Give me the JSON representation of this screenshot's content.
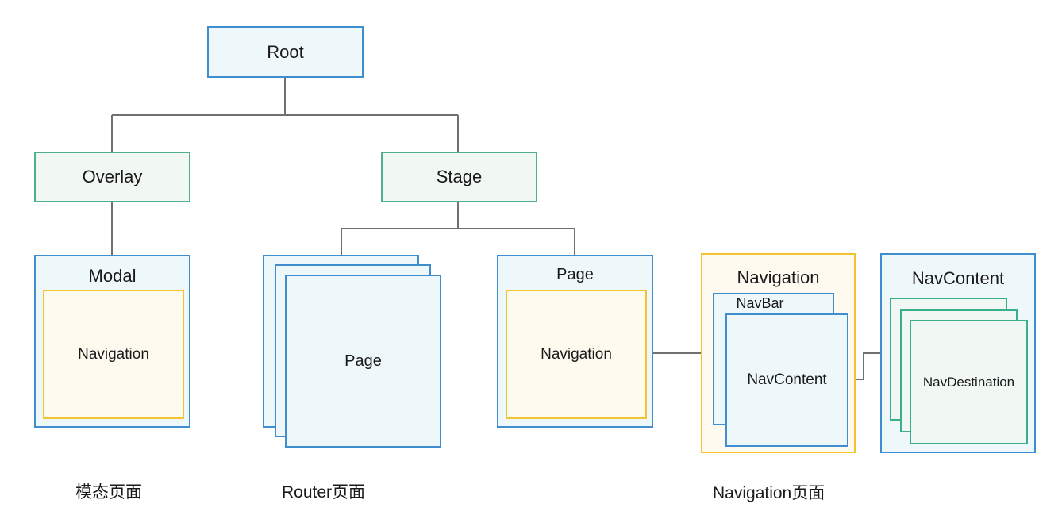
{
  "nodes": {
    "root": "Root",
    "overlay": "Overlay",
    "stage": "Stage",
    "modal": "Modal",
    "modal_navigation": "Navigation",
    "router_page": "Page",
    "page": "Page",
    "page_navigation": "Navigation",
    "navigation": "Navigation",
    "navbar": "NavBar",
    "nav_navcontent": "NavContent",
    "navcontent": "NavContent",
    "navdestination": "NavDestination"
  },
  "captions": {
    "modal_page": "模态页面",
    "router_page": "Router页面",
    "navigation_page": "Navigation页面"
  },
  "colors": {
    "blue_border": "#3f8fd0",
    "blue_fill": "#eef8fb",
    "green_border": "#4fb08a",
    "green_fill": "#f1f8f3",
    "yellow_border": "#f2c431",
    "yellow_fill": "#fffaf0",
    "connector": "#707070"
  }
}
